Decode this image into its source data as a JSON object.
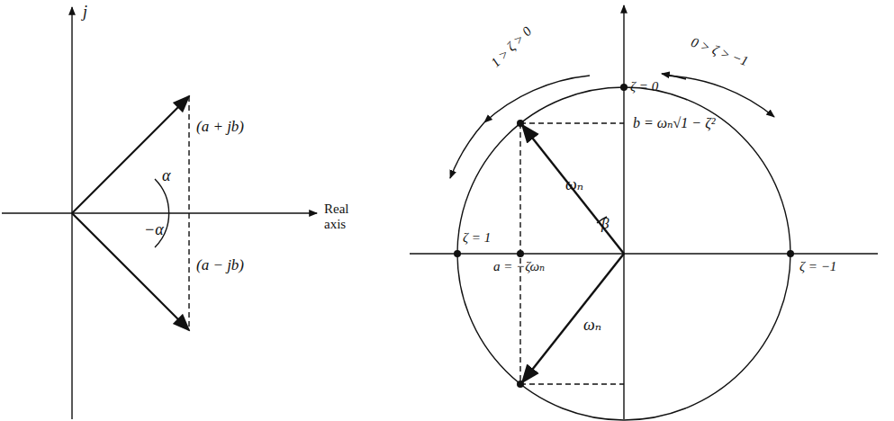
{
  "diagram": {
    "labels": [
      "j",
      "(a + jb)",
      "α",
      "−α",
      "(a − jb)",
      "Real axis",
      "ζ = 0",
      "0 > ζ > −1",
      "1 > ζ > 0",
      "b = ωₙ√1 − ζ²",
      "ωₙ",
      "β",
      "ζ = 1",
      "a = −ζωₙ",
      "ζ = −1",
      "ωₙ"
    ]
  }
}
